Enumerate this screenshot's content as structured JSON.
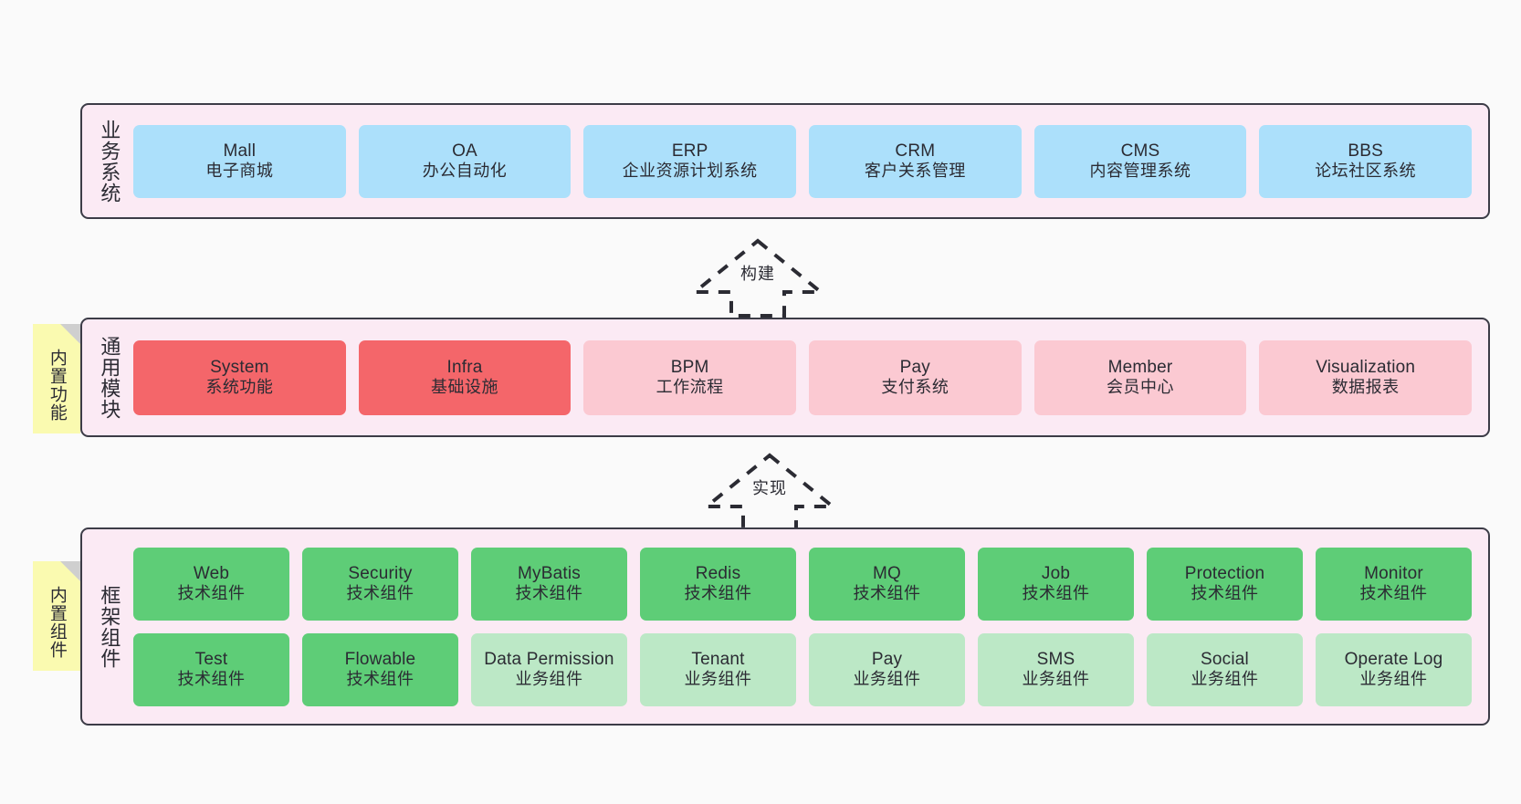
{
  "diagram": {
    "background_color": "#fafafa",
    "layer_fill": "#fbeaf4",
    "layer_border": "#3c3c47",
    "note_fill": "#fafab0",
    "note_fold": "#cfcfcf"
  },
  "layers": [
    {
      "id": "business-systems",
      "title": "业务系统",
      "note": null,
      "rows": [
        {
          "cards": [
            {
              "en": "Mall",
              "cn": "电子商城",
              "color": "#ace0fb",
              "style": "blue"
            },
            {
              "en": "OA",
              "cn": "办公自动化",
              "color": "#ace0fb",
              "style": "blue"
            },
            {
              "en": "ERP",
              "cn": "企业资源计划系统",
              "color": "#ace0fb",
              "style": "blue"
            },
            {
              "en": "CRM",
              "cn": "客户关系管理",
              "color": "#ace0fb",
              "style": "blue"
            },
            {
              "en": "CMS",
              "cn": "内容管理系统",
              "color": "#ace0fb",
              "style": "blue"
            },
            {
              "en": "BBS",
              "cn": "论坛社区系统",
              "color": "#ace0fb",
              "style": "blue"
            }
          ]
        }
      ]
    },
    {
      "id": "common-modules",
      "title": "通用模块",
      "note": "内置功能",
      "rows": [
        {
          "cards": [
            {
              "en": "System",
              "cn": "系统功能",
              "color": "#f4666a",
              "style": "red"
            },
            {
              "en": "Infra",
              "cn": "基础设施",
              "color": "#f4666a",
              "style": "red"
            },
            {
              "en": "BPM",
              "cn": "工作流程",
              "color": "#fbc9d2",
              "style": "pink"
            },
            {
              "en": "Pay",
              "cn": "支付系统",
              "color": "#fbc9d2",
              "style": "pink"
            },
            {
              "en": "Member",
              "cn": "会员中心",
              "color": "#fbc9d2",
              "style": "pink"
            },
            {
              "en": "Visualization",
              "cn": "数据报表",
              "color": "#fbc9d2",
              "style": "pink"
            }
          ]
        }
      ]
    },
    {
      "id": "framework-components",
      "title": "框架组件",
      "note": "内置组件",
      "rows": [
        {
          "cards": [
            {
              "en": "Web",
              "cn": "技术组件",
              "color": "#5ecd77",
              "style": "green"
            },
            {
              "en": "Security",
              "cn": "技术组件",
              "color": "#5ecd77",
              "style": "green"
            },
            {
              "en": "MyBatis",
              "cn": "技术组件",
              "color": "#5ecd77",
              "style": "green"
            },
            {
              "en": "Redis",
              "cn": "技术组件",
              "color": "#5ecd77",
              "style": "green"
            },
            {
              "en": "MQ",
              "cn": "技术组件",
              "color": "#5ecd77",
              "style": "green"
            },
            {
              "en": "Job",
              "cn": "技术组件",
              "color": "#5ecd77",
              "style": "green"
            },
            {
              "en": "Protection",
              "cn": "技术组件",
              "color": "#5ecd77",
              "style": "green"
            },
            {
              "en": "Monitor",
              "cn": "技术组件",
              "color": "#5ecd77",
              "style": "green"
            }
          ]
        },
        {
          "cards": [
            {
              "en": "Test",
              "cn": "技术组件",
              "color": "#5ecd77",
              "style": "green"
            },
            {
              "en": "Flowable",
              "cn": "技术组件",
              "color": "#5ecd77",
              "style": "green"
            },
            {
              "en": "Data Permission",
              "cn": "业务组件",
              "color": "#bce8c6",
              "style": "green-light"
            },
            {
              "en": "Tenant",
              "cn": "业务组件",
              "color": "#bce8c6",
              "style": "green-light"
            },
            {
              "en": "Pay",
              "cn": "业务组件",
              "color": "#bce8c6",
              "style": "green-light"
            },
            {
              "en": "SMS",
              "cn": "业务组件",
              "color": "#bce8c6",
              "style": "green-light"
            },
            {
              "en": "Social",
              "cn": "业务组件",
              "color": "#bce8c6",
              "style": "green-light"
            },
            {
              "en": "Operate Log",
              "cn": "业务组件",
              "color": "#bce8c6",
              "style": "green-light"
            }
          ]
        }
      ]
    }
  ],
  "connectors": [
    {
      "id": "build",
      "label": "构建",
      "direction": "up",
      "style": "dashed-hollow-arrow"
    },
    {
      "id": "implement",
      "label": "实现",
      "direction": "up",
      "style": "dashed-hollow-arrow"
    }
  ]
}
